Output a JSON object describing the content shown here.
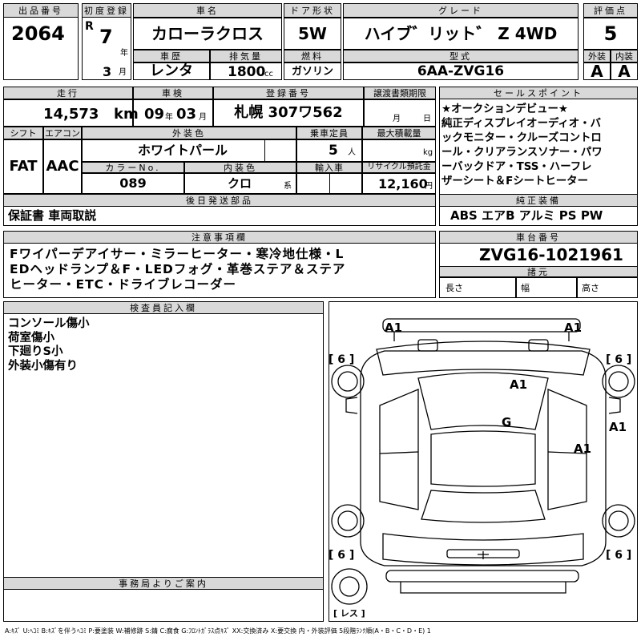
{
  "top": {
    "lot_number_label": "出品番号",
    "lot_number": "2064",
    "first_reg_label": "初度登録",
    "era_mark": "R",
    "reg_year": "7",
    "year_unit": "年",
    "reg_month": "3",
    "month_unit": "月",
    "car_name_label": "車名",
    "car_name": "カローラクロス",
    "door_label": "ドア形状",
    "door_type": "5W",
    "grade_label": "グレード",
    "grade": "ハイブ゛リット゛ Z 4WD",
    "score_label": "評価点",
    "score": "5",
    "history_label": "車歴",
    "history": "レンタ",
    "displacement_label": "排気量",
    "displacement": "1800",
    "displacement_unit": "cc",
    "fuel_label": "燃料",
    "fuel": "ガソリン",
    "model_label": "型式",
    "model_code": "6AA-ZVG16",
    "exterior_label": "外装",
    "exterior_grade": "A",
    "interior_label": "内装",
    "interior_grade": "A"
  },
  "row2": {
    "mileage_label": "走行",
    "mileage": "14,573",
    "mileage_unit": "km",
    "inspection_label": "車検",
    "inspection_year": "09",
    "inspection_year_unit": "年",
    "inspection_month": "03",
    "inspection_month_unit": "月",
    "plate_label": "登録番号",
    "plate": "札幌 307ワ562",
    "transfer_label": "譲渡書類期限",
    "transfer_month_unit": "月",
    "transfer_day_unit": "日",
    "shift_label": "シフト",
    "shift": "FAT",
    "ac_label": "エアコン",
    "ac": "AAC",
    "color_label": "外装色",
    "color": "ホワイトパール",
    "capacity_label": "乗車定員",
    "capacity": "5",
    "capacity_unit": "人",
    "load_label": "最大積載量",
    "load_unit": "kg",
    "color_no_label": "カラーNo.",
    "color_no": "089",
    "interior_color_label": "内装色",
    "interior_color": "クロ",
    "interior_color_unit": "系",
    "import_label": "輸入車",
    "recycle_label": "リサイクル預託金",
    "recycle": "12,160",
    "recycle_unit": "円"
  },
  "sales_point": {
    "label": "セールスポイント",
    "lines": [
      "★オークションデビュー★",
      "純正ディスプレイオーディオ・バ",
      "ックモニター・クルーズコントロ",
      "ール・クリアランスソナー・パワ",
      "ーバックドア・TSS・ハーフレ",
      "ザーシート＆Fシートヒーター"
    ]
  },
  "later_parts": {
    "label": "後日発送部品",
    "value": "保証書 車両取説"
  },
  "equipment": {
    "label": "純正装備",
    "value": "ABS エアB アルミ PS PW"
  },
  "notes": {
    "label": "注意事項欄",
    "lines": [
      "Fワイパーデアイサー・ミラーヒーター・寒冷地仕様・L",
      "EDヘッドランプ＆F・LEDフォグ・革巻ステア＆ステア",
      "ヒーター・ETC・ドライブレコーダー"
    ]
  },
  "chassis": {
    "label": "車台番号",
    "value": "ZVG16-1021961",
    "specs_label": "諸元",
    "length_label": "長さ",
    "width_label": "幅",
    "height_label": "高さ"
  },
  "inspector": {
    "label": "検査員記入欄",
    "lines": [
      "コンソール傷小",
      "荷室傷小",
      "下廻りS小",
      "外装小傷有り"
    ]
  },
  "office": {
    "label": "事務局よりご案内"
  },
  "diagram": {
    "marks": {
      "front_left": "A1",
      "front_right": "A1",
      "hood": "A1",
      "windshield": "G",
      "right_side": "A1",
      "right_door": "A1"
    },
    "tires": {
      "front_left": "[ 6 ]",
      "front_right": "[ 6 ]",
      "rear_left": "[ 6 ]",
      "rear_right": "[ 6 ]",
      "spare": "[ レス ]"
    }
  },
  "legend": "A:ｷｽﾞ U:ﾍｺﾐ B:ｷｽﾞを伴うﾍｺﾐ P:要塗装 W:補修跡 S:錆 C:腐食 G:ﾌﾛﾝﾄｶﾞﾗｽ点ｷｽﾞ XX:交換済み X:要交換 内・外装評価 5段階ﾗﾝｸ順(A・B・C・D・E) 1"
}
